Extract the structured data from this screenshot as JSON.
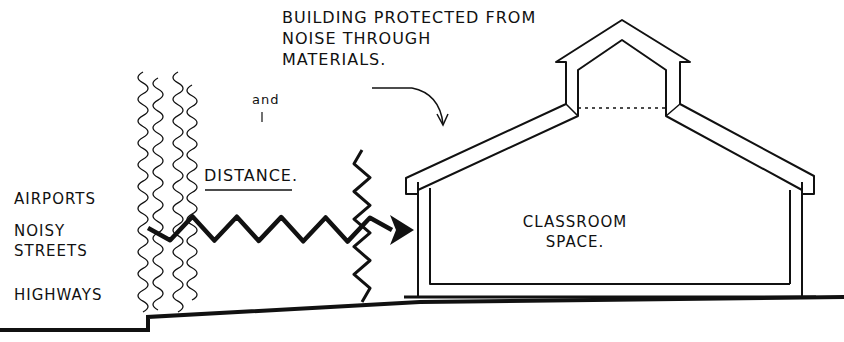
{
  "diagram": {
    "nodes": [
      {
        "text": [
          "CLASSROOM SPACE."
        ]
      }
    ],
    "labels": [
      "BUILDING PROTECTED FROM NOISE THROUGH MATERIALS.",
      "and",
      "DISTANCE.",
      "AIRPORTS",
      "NOISY STREETS",
      "HIGHWAYS"
    ]
  }
}
